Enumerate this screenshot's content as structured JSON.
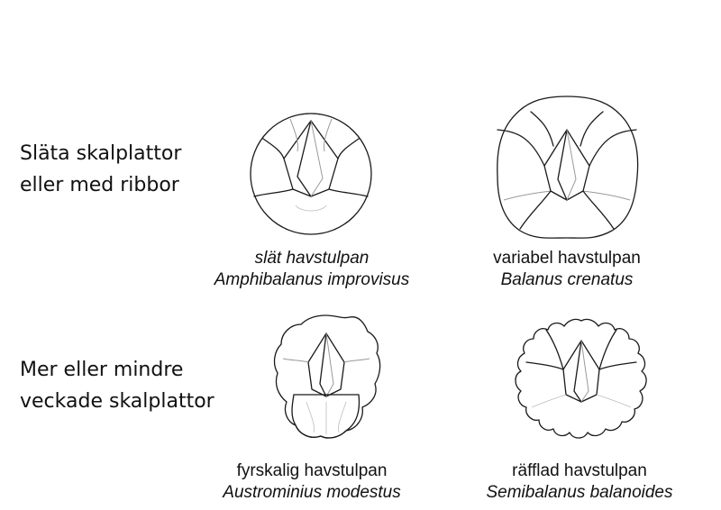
{
  "groups": [
    {
      "label_lines": [
        "Släta skalplattor",
        "eller med ribbor"
      ]
    },
    {
      "label_lines": [
        "Mer eller mindre",
        "veckade skalplattor"
      ]
    }
  ],
  "species": [
    {
      "common": "slät havstulpan",
      "latin": "Amphibalanus improvisus",
      "icon": "smooth-barnacle-icon"
    },
    {
      "common": "variabel havstulpan",
      "latin": "Balanus crenatus",
      "icon": "ribbed-barnacle-icon"
    },
    {
      "common": "fyrskalig havstulpan",
      "latin": "Austrominius modestus",
      "icon": "four-plate-barnacle-icon"
    },
    {
      "common": "räfflad havstulpan",
      "latin": "Semibalanus balanoides",
      "icon": "fluted-barnacle-icon"
    }
  ]
}
